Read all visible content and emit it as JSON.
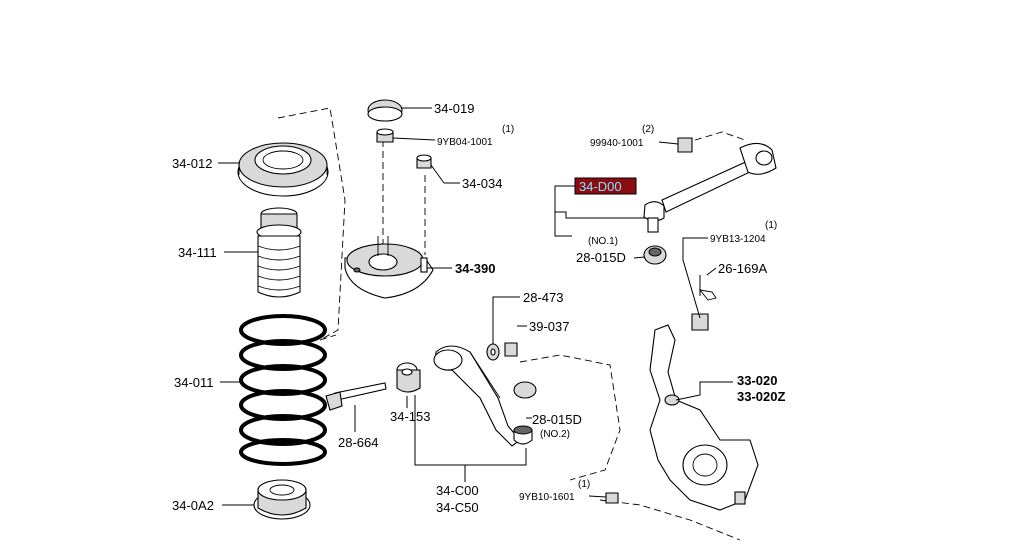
{
  "highlight": {
    "fill": "#8b0d12",
    "text_color": "#7fe3ff"
  },
  "labels": {
    "p34_012": "34-012",
    "p34_111": "34-111",
    "p34_011": "34-011",
    "p34_0A2": "34-0A2",
    "p34_019": "34-019",
    "q1_9YB04": "(1)",
    "p9YB04": "9YB04-1001",
    "p34_034": "34-034",
    "p34_390": "34-390",
    "p28_473": "28-473",
    "p39_037": "39-037",
    "p34_153": "34-153",
    "p28_664": "28-664",
    "p28_015D_lower": "28-015D",
    "no2": "(NO.2)",
    "p34_C00": "34-C00",
    "p34_C50": "34-C50",
    "q1_9YB10": "(1)",
    "p9YB10": "9YB10-1601",
    "q2_99940": "(2)",
    "p99940": "99940-1001",
    "p34_D00": "34-D00",
    "no1": "(NO.1)",
    "p28_015D_upper": "28-015D",
    "q1_9YB13": "(1)",
    "p9YB13": "9YB13-1204",
    "p26_169A": "26-169A",
    "p33_020": "33-020",
    "p33_020Z": "33-020Z"
  }
}
